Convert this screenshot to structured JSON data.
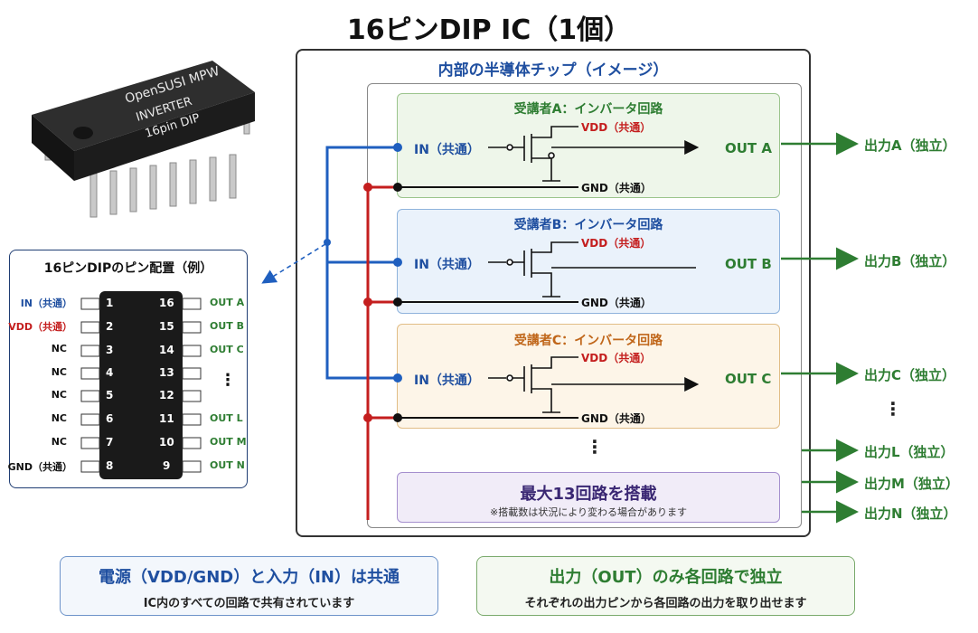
{
  "title": "16ピンDIP IC（1個）",
  "chip_photo": {
    "markings": [
      "OpenSUSI MPW",
      "INVERTER",
      "16pin DIP"
    ]
  },
  "chip_area": {
    "title": "内部の半導体チップ（イメージ）",
    "circuits": [
      {
        "title": "受講者A：インバータ回路",
        "in": "IN（共通）",
        "vdd": "VDD（共通）",
        "gnd": "GND（共通）",
        "out": "OUT A",
        "color": "#2e7d32"
      },
      {
        "title": "受講者B：インバータ回路",
        "in": "IN（共通）",
        "vdd": "VDD（共通）",
        "gnd": "GND（共通）",
        "out": "OUT B",
        "color": "#1f4fa0"
      },
      {
        "title": "受講者C：インバータ回路",
        "in": "IN（共通）",
        "vdd": "VDD（共通）",
        "gnd": "GND（共通）",
        "out": "OUT C",
        "color": "#c0661a"
      }
    ],
    "ellipsis": "⋮",
    "max_title": "最大13回路を搭載",
    "max_note": "※搭載数は状況により変わる場合があります"
  },
  "outputs": [
    "出力A（独立）",
    "出力B（独立）",
    "出力C（独立）",
    "出力L（独立）",
    "出力M（独立）",
    "出力N（独立）"
  ],
  "outputs_ellipsis": "⋮",
  "pinout": {
    "title": "16ピンDIPのピン配置（例）",
    "left_labels": [
      "IN（共通）",
      "VDD（共通）",
      "NC",
      "NC",
      "NC",
      "NC",
      "NC",
      "GND（共通）"
    ],
    "left_nums": [
      "1",
      "2",
      "3",
      "4",
      "5",
      "6",
      "7",
      "8"
    ],
    "right_nums": [
      "16",
      "15",
      "14",
      "13",
      "12",
      "11",
      "10",
      "9"
    ],
    "right_labels": [
      "OUT A",
      "OUT B",
      "OUT C",
      "⋮",
      "",
      "OUT L",
      "OUT M",
      "OUT N"
    ]
  },
  "info": {
    "common_title": "電源（VDD/GND）と入力（IN）は共通",
    "common_sub": "IC内のすべての回路で共有されています",
    "indep_title": "出力（OUT）のみ各回路で独立",
    "indep_sub": "それぞれの出力ピンから各回路の出力を取り出せます"
  },
  "colors": {
    "in_blue": "#1f5fbf",
    "vdd_red": "#c41e1e",
    "out_green": "#2e7d32",
    "gnd_black": "#111111"
  }
}
